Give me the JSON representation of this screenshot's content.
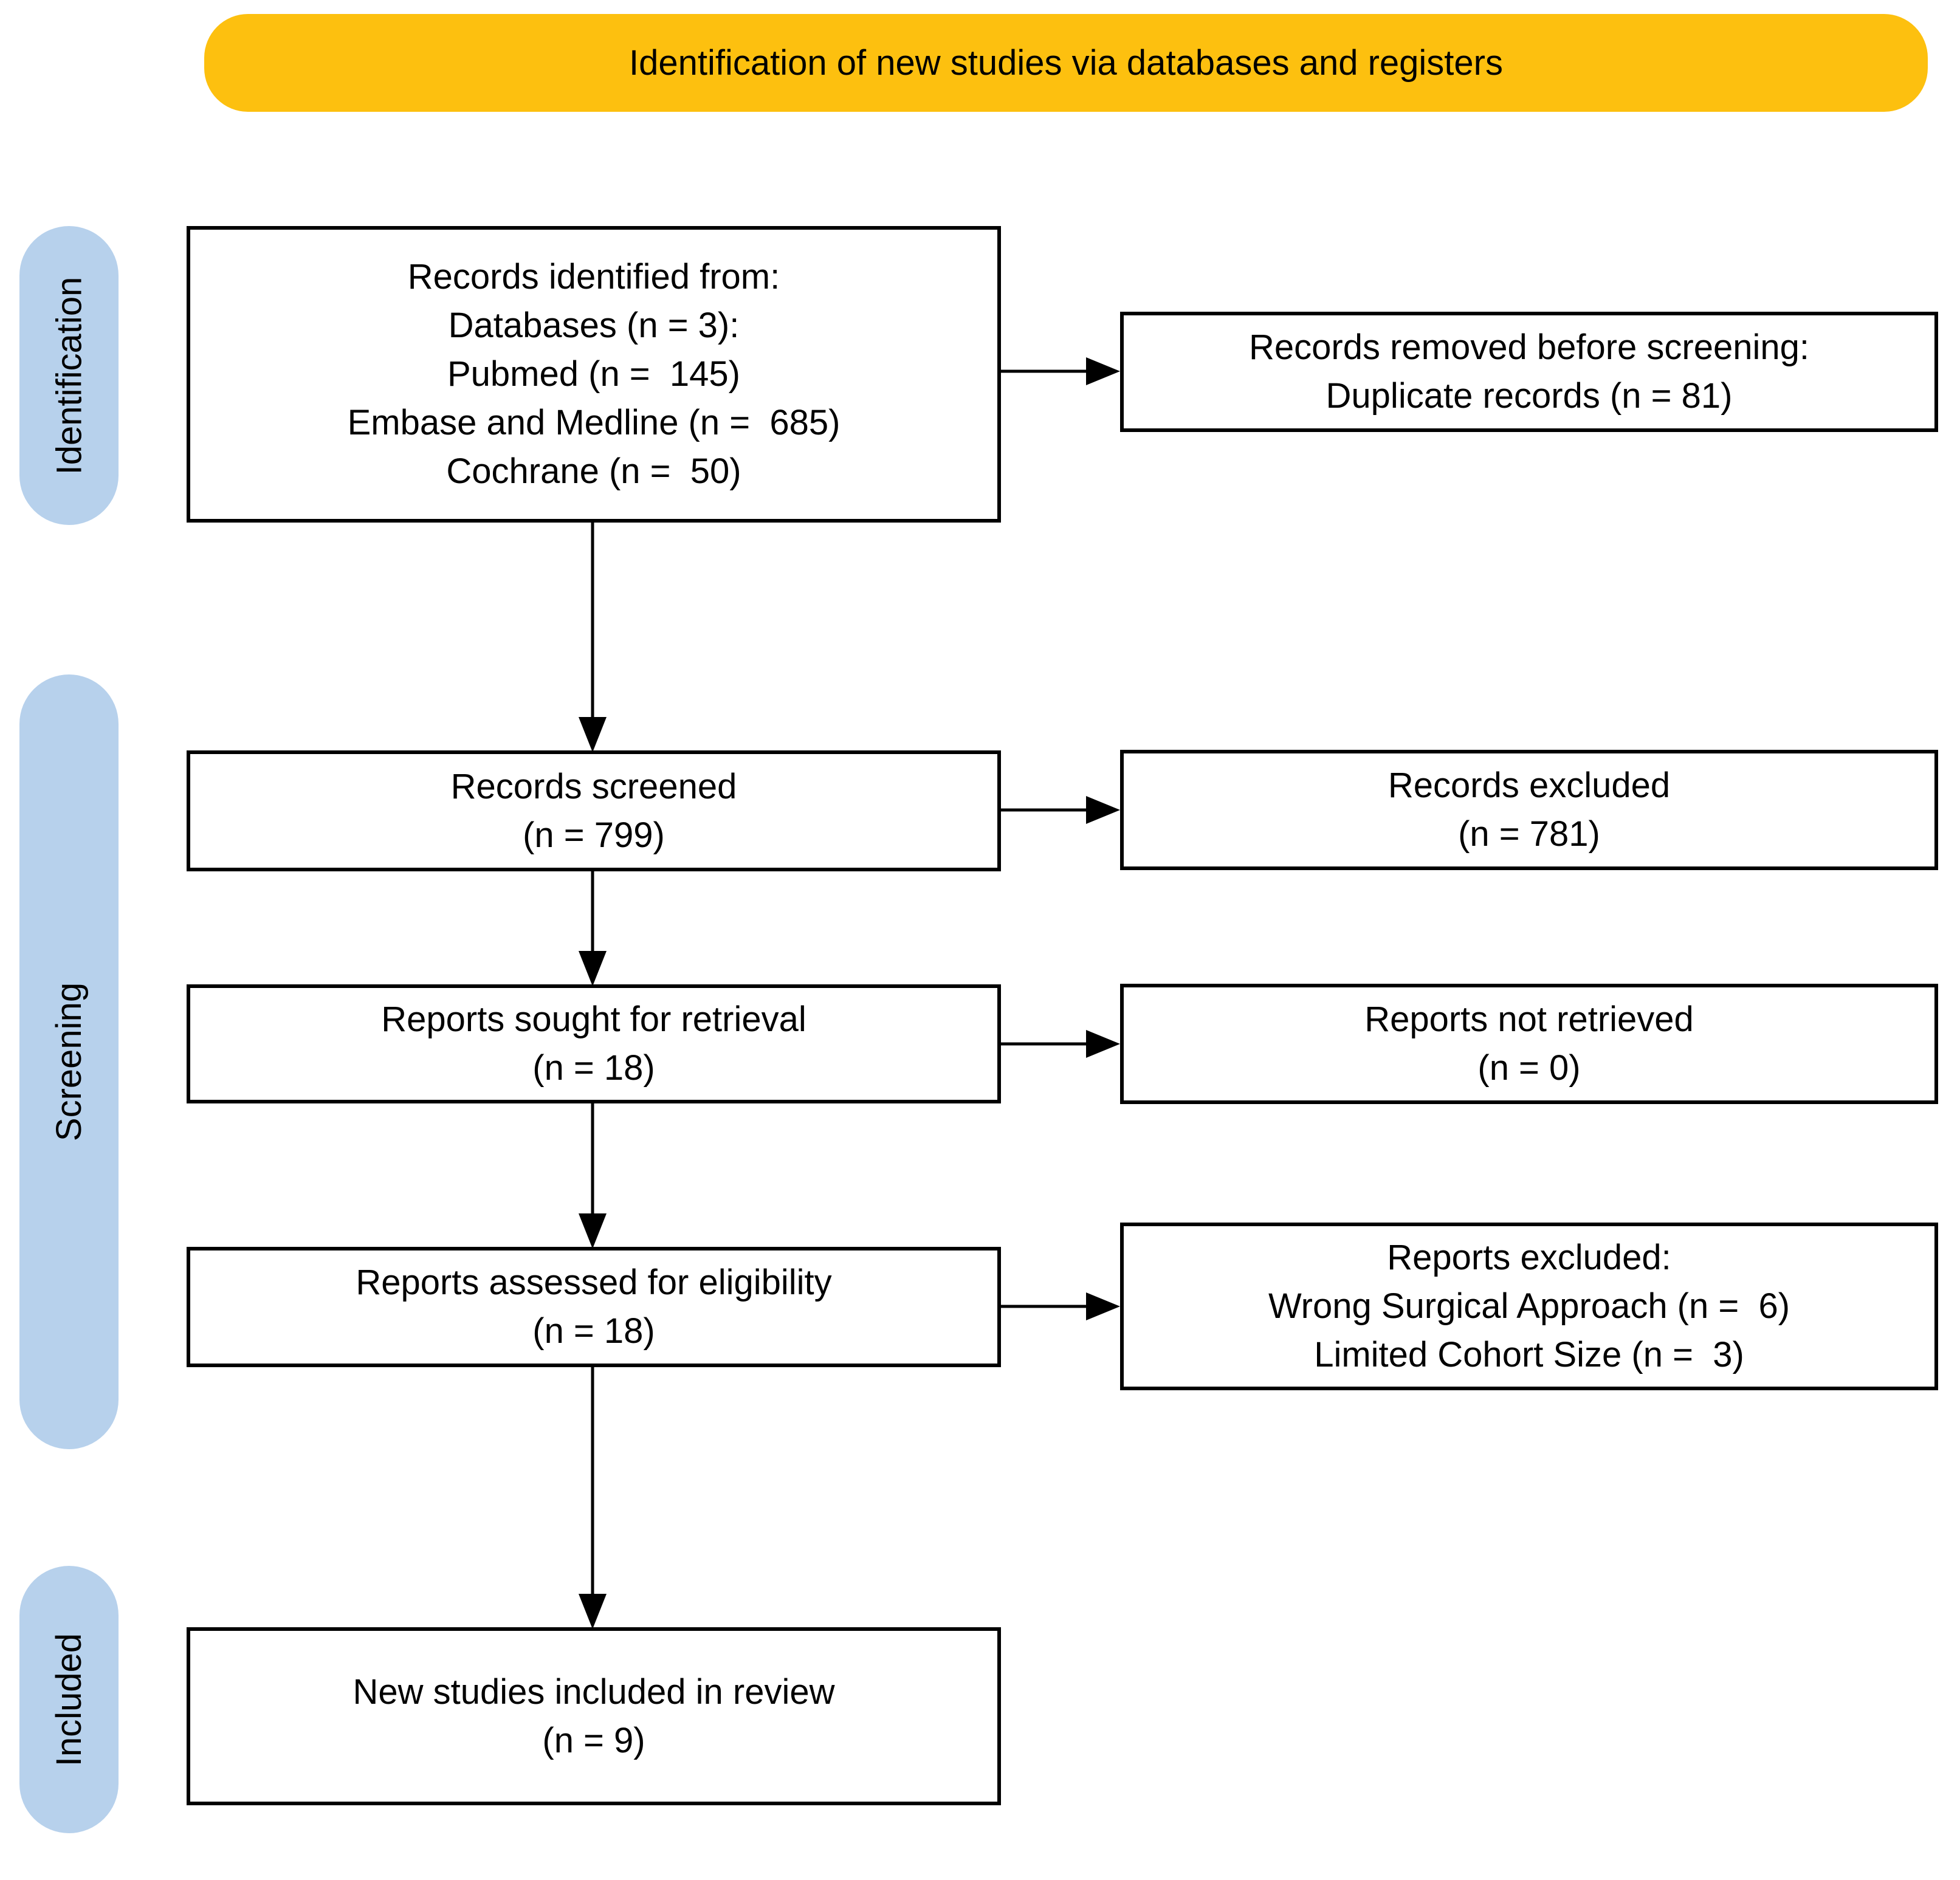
{
  "colors": {
    "banner_bg": "#FDC00F",
    "side_label_bg": "#B7D1EC",
    "box_border": "#000000",
    "arrow": "#000000"
  },
  "banner": {
    "label": "Identification of new studies via databases and registers"
  },
  "side_labels": {
    "identification": "Identification",
    "screening": "Screening",
    "included": "Included"
  },
  "boxes": {
    "records_identified": {
      "lines": [
        "Records identified from:",
        "Databases (n = 3):",
        "Pubmed (n =  145)",
        "Embase and Medline (n =  685)",
        "Cochrane (n =  50)"
      ]
    },
    "records_removed": {
      "lines": [
        "Records removed before screening:",
        "Duplicate records (n = 81)"
      ]
    },
    "records_screened": {
      "lines": [
        "Records screened",
        "(n = 799)"
      ]
    },
    "records_excluded": {
      "lines": [
        "Records excluded",
        "(n = 781)"
      ]
    },
    "reports_sought": {
      "lines": [
        "Reports sought for retrieval",
        "(n = 18)"
      ]
    },
    "reports_not_retrieved": {
      "lines": [
        "Reports not retrieved",
        "(n = 0)"
      ]
    },
    "reports_assessed": {
      "lines": [
        "Reports assessed for eligibility",
        "(n = 18)"
      ]
    },
    "reports_excluded": {
      "lines": [
        "Reports excluded:",
        "Wrong Surgical Approach (n =  6)",
        "Limited Cohort Size (n =  3)"
      ]
    },
    "new_studies_included": {
      "lines": [
        "New studies included in review",
        "(n = 9)"
      ]
    }
  }
}
